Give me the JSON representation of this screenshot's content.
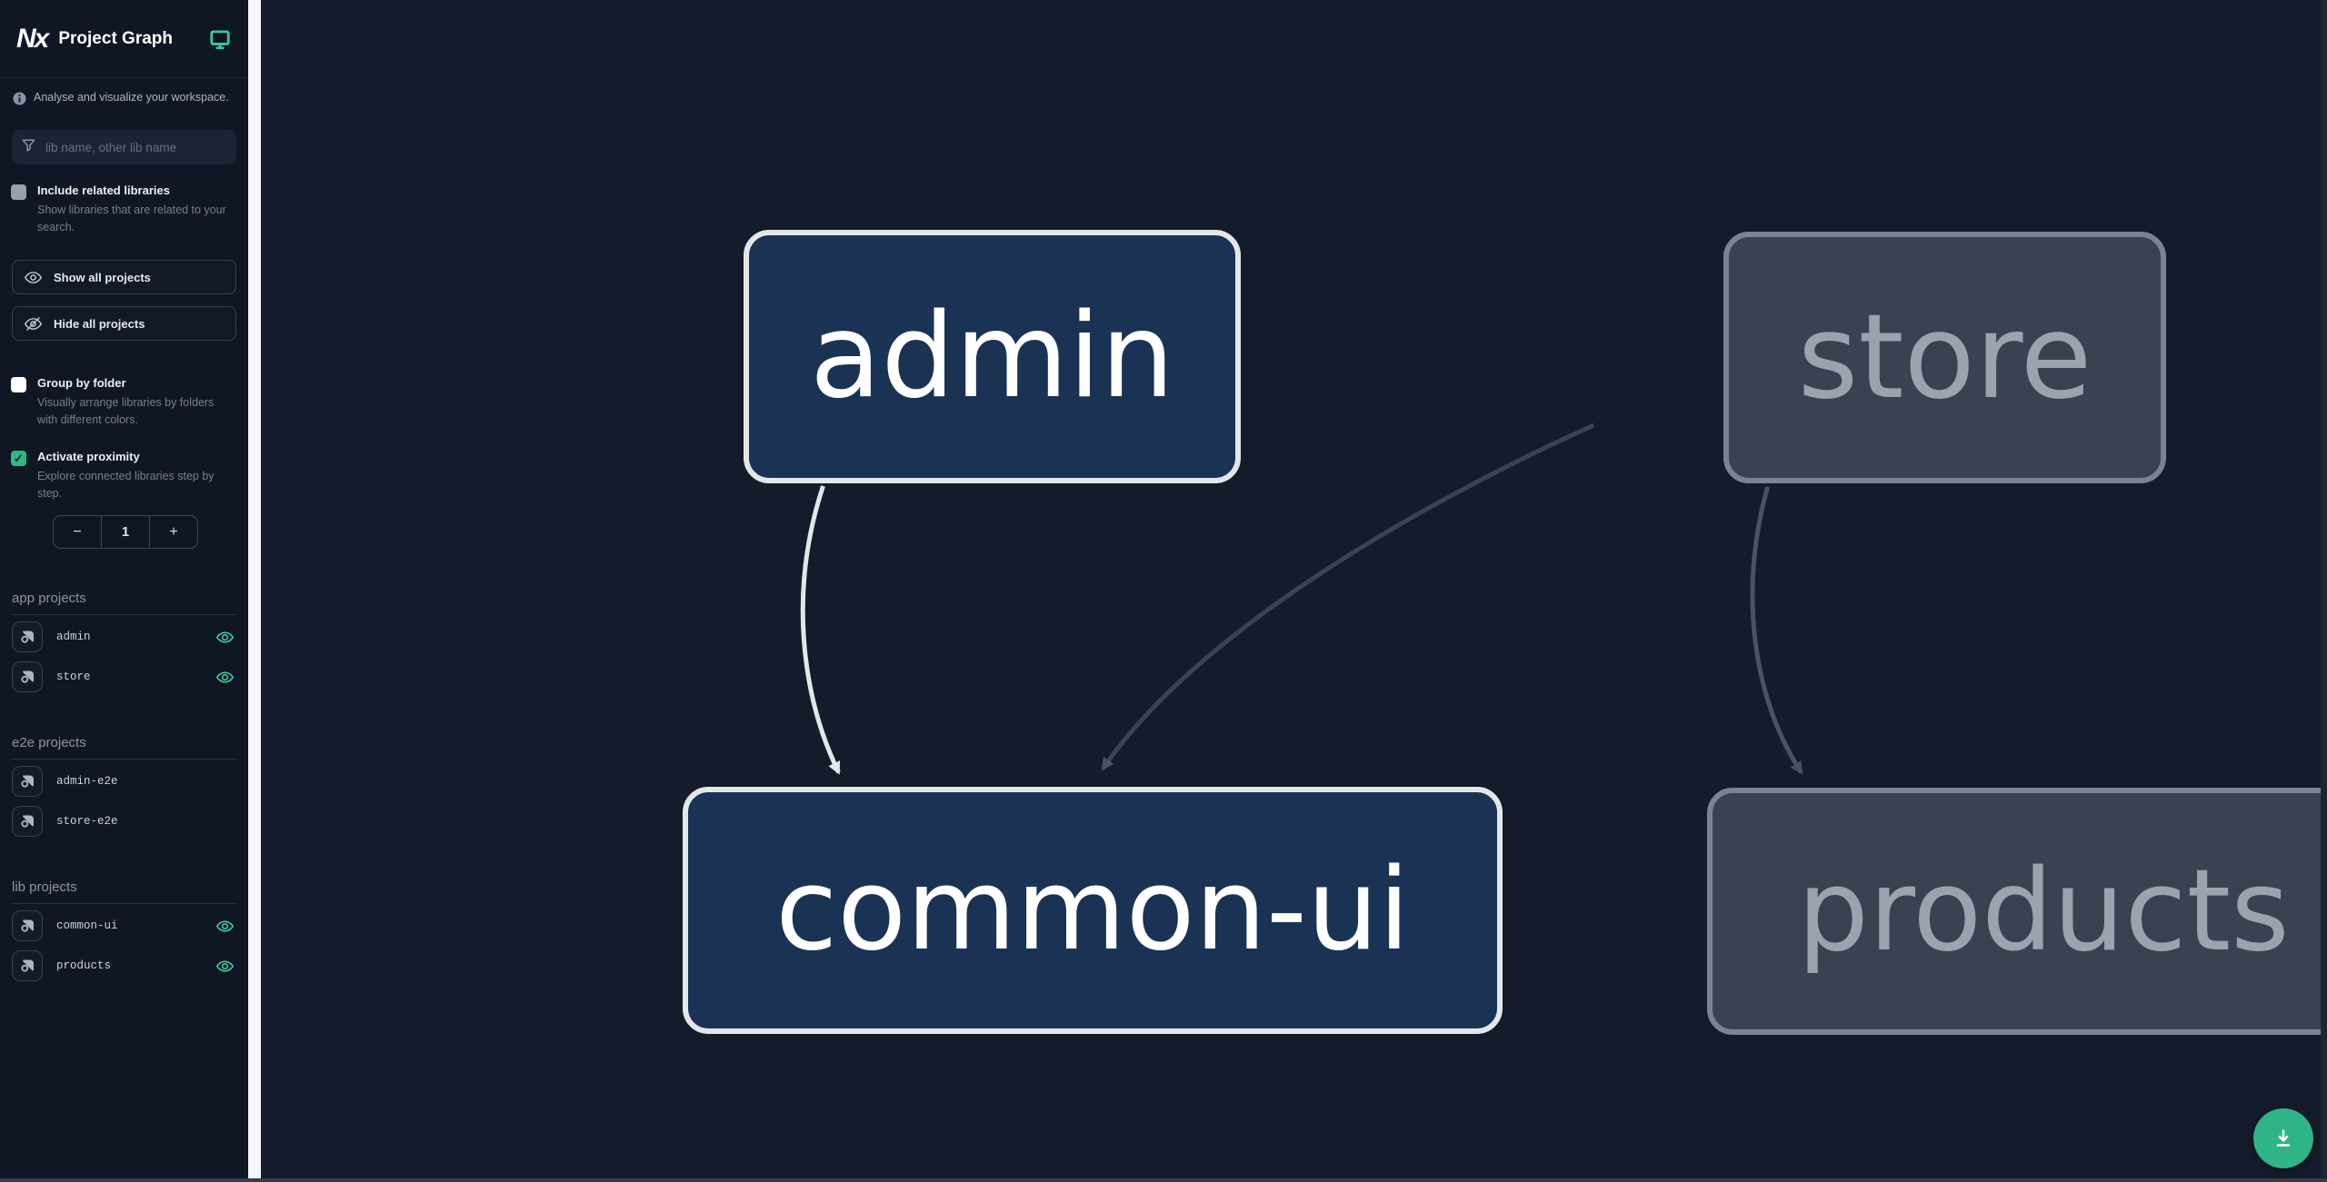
{
  "header": {
    "title": "Project Graph",
    "logo": "Nx",
    "monitor_icon": "monitor-icon"
  },
  "sidebar": {
    "tagline": "Analyse and visualize your workspace.",
    "search": {
      "placeholder": "lib name, other lib name",
      "value": ""
    },
    "include_related": {
      "label": "Include related libraries",
      "desc": "Show libraries that are related to your search.",
      "checked": false
    },
    "buttons": {
      "show_all": "Show all projects",
      "hide_all": "Hide all projects"
    },
    "group_by_folder": {
      "label": "Group by folder",
      "desc": "Visually arrange libraries by folders with different colors.",
      "checked": false
    },
    "activate_proximity": {
      "label": "Activate proximity",
      "desc": "Explore connected libraries step by step.",
      "checked": true,
      "check_glyph": "✓"
    },
    "stepper": {
      "decrement": "−",
      "value": "1",
      "increment": "+"
    },
    "sections": [
      {
        "title": "app projects",
        "items": [
          {
            "name": "admin",
            "eye": true
          },
          {
            "name": "store",
            "eye": true
          }
        ]
      },
      {
        "title": "e2e projects",
        "items": [
          {
            "name": "admin-e2e",
            "eye": false
          },
          {
            "name": "store-e2e",
            "eye": false
          }
        ]
      },
      {
        "title": "lib projects",
        "items": [
          {
            "name": "common-ui",
            "eye": true
          },
          {
            "name": "products",
            "eye": true
          }
        ]
      }
    ]
  },
  "graph": {
    "nodes": [
      {
        "id": "admin",
        "label": "admin",
        "state": "focused"
      },
      {
        "id": "store",
        "label": "store",
        "state": "unfocused"
      },
      {
        "id": "common-ui",
        "label": "common-ui",
        "state": "focused"
      },
      {
        "id": "products",
        "label": "products",
        "state": "unfocused"
      }
    ],
    "edges": [
      {
        "from": "admin",
        "to": "common-ui",
        "style": "light"
      },
      {
        "from": "store",
        "to": "common-ui",
        "style": "dark"
      },
      {
        "from": "store",
        "to": "products",
        "style": "dark"
      }
    ]
  },
  "fab": {
    "icon": "download-icon"
  },
  "colors": {
    "sidebar_bg": "#0f1624",
    "canvas_bg": "#141b2a",
    "node_focused_fill": "#1a3355",
    "node_focused_border": "#e4e7ea",
    "node_unfocused_fill": "#3a4150",
    "node_unfocused_border": "#7b8390",
    "accent_teal": "#2eb885",
    "eye_green": "#3ed49b",
    "edge_light": "#e4e7ea",
    "edge_dark": "#3b4351",
    "edge_dark2": "#4b5362",
    "fab_bg": "#2fb488"
  }
}
